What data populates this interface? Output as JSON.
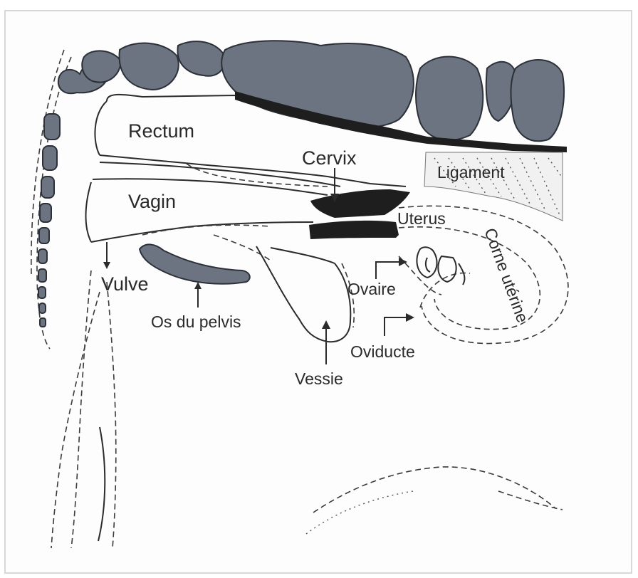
{
  "diagram": {
    "labels": {
      "rectum": "Rectum",
      "cervix": "Cervix",
      "ligament": "Ligament",
      "vagin": "Vagin",
      "uterus": "Uterus",
      "corne_uterine": "Corne utérine",
      "vulve": "Vulve",
      "ovaire": "Ovaire",
      "os_du_pelvis": "Os du pelvis",
      "oviducte": "Oviducte",
      "vessie": "Vessie"
    }
  }
}
